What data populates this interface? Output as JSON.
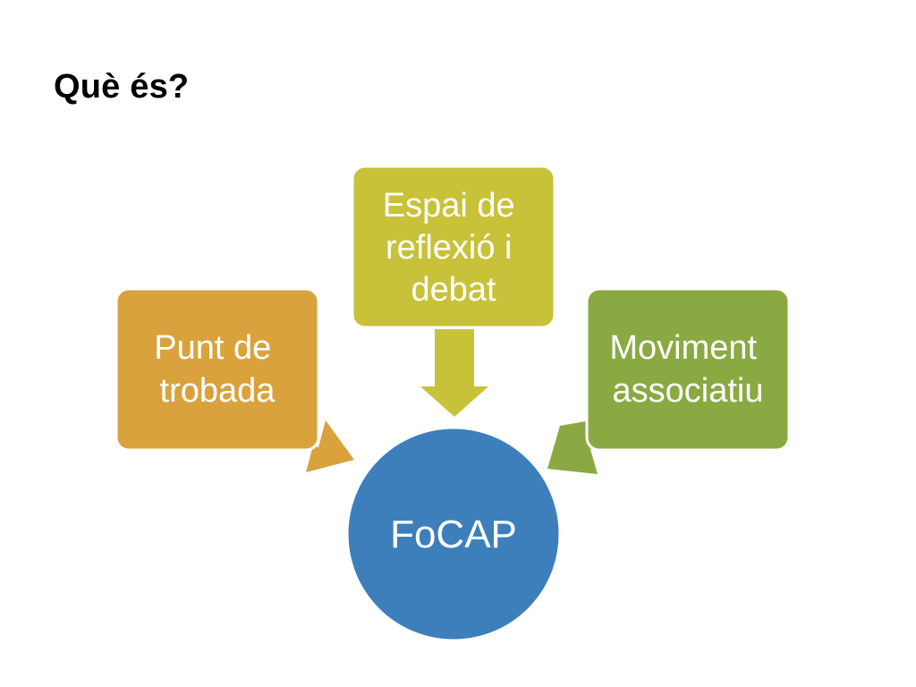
{
  "slide": {
    "title": "Què és?"
  },
  "diagram": {
    "center": {
      "label": "FoCAP",
      "color": "#3c7fbb"
    },
    "nodes": [
      {
        "id": "left",
        "lines": [
          "Punt de",
          "trobada"
        ],
        "color": "#d9a23c"
      },
      {
        "id": "top",
        "lines": [
          "Espai de",
          "reflexió i",
          "debat"
        ],
        "color": "#c7c23a"
      },
      {
        "id": "right",
        "lines": [
          "Moviment",
          "associatiu"
        ],
        "color": "#8ba942"
      }
    ]
  }
}
